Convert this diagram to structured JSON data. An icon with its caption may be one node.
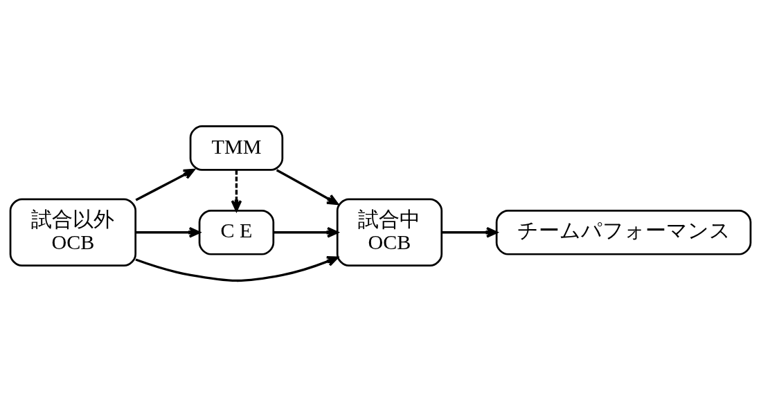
{
  "diagram": {
    "nodes": [
      {
        "text": [
          "試合以外",
          "OCB"
        ]
      },
      {
        "text": [
          "TMM"
        ]
      },
      {
        "text": [
          "試合中",
          "OCB"
        ]
      },
      {
        "text": [
          "C E"
        ]
      },
      {
        "text": [
          "チームパフォーマンス"
        ]
      }
    ],
    "edges": [
      {
        "from": 0,
        "to": 1,
        "arrow": "to"
      },
      {
        "from": 0,
        "to": 2,
        "arrow": "to"
      },
      {
        "from": 0,
        "to": 3,
        "arrow": "to"
      },
      {
        "from": 1,
        "to": 2,
        "arrow": "to"
      },
      {
        "from": 1,
        "to": 3,
        "arrow": "to",
        "style": "dashed"
      },
      {
        "from": 3,
        "to": 2,
        "arrow": "to"
      },
      {
        "from": 2,
        "to": 4,
        "arrow": "to"
      }
    ]
  }
}
